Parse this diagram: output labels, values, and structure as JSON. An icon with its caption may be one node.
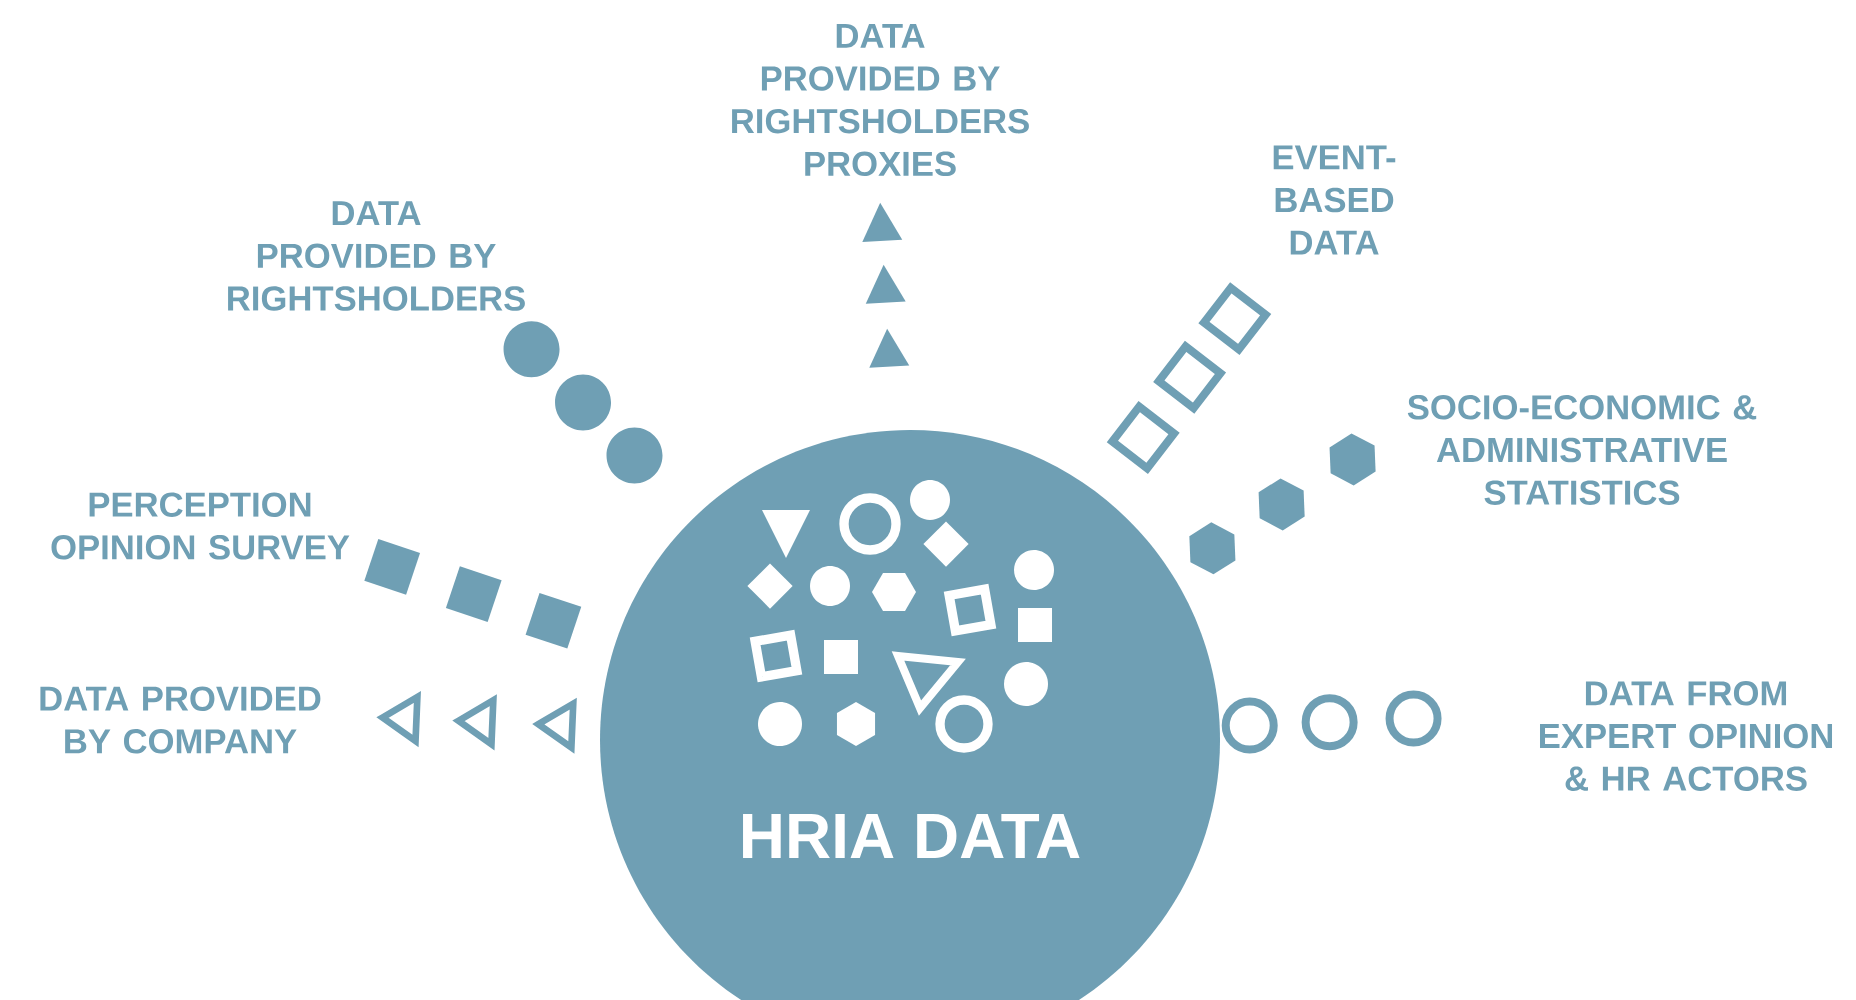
{
  "diagram": {
    "nodes": [
      {
        "text": [
          "HRIA DATA"
        ]
      }
    ],
    "labels": [
      "DATA PROVIDED BY RIGHTSHOLDERS PROXIES",
      "EVENT-BASED DATA",
      "DATA PROVIDED BY RIGHTSHOLDERS",
      "SOCIO-ECONOMIC & ADMINISTRATIVE STATISTICS",
      "PERCEPTION OPINION SURVEY",
      "DATA PROVIDED BY COMPANY",
      "DATA FROM EXPERT OPINION & HR ACTORS"
    ]
  }
}
